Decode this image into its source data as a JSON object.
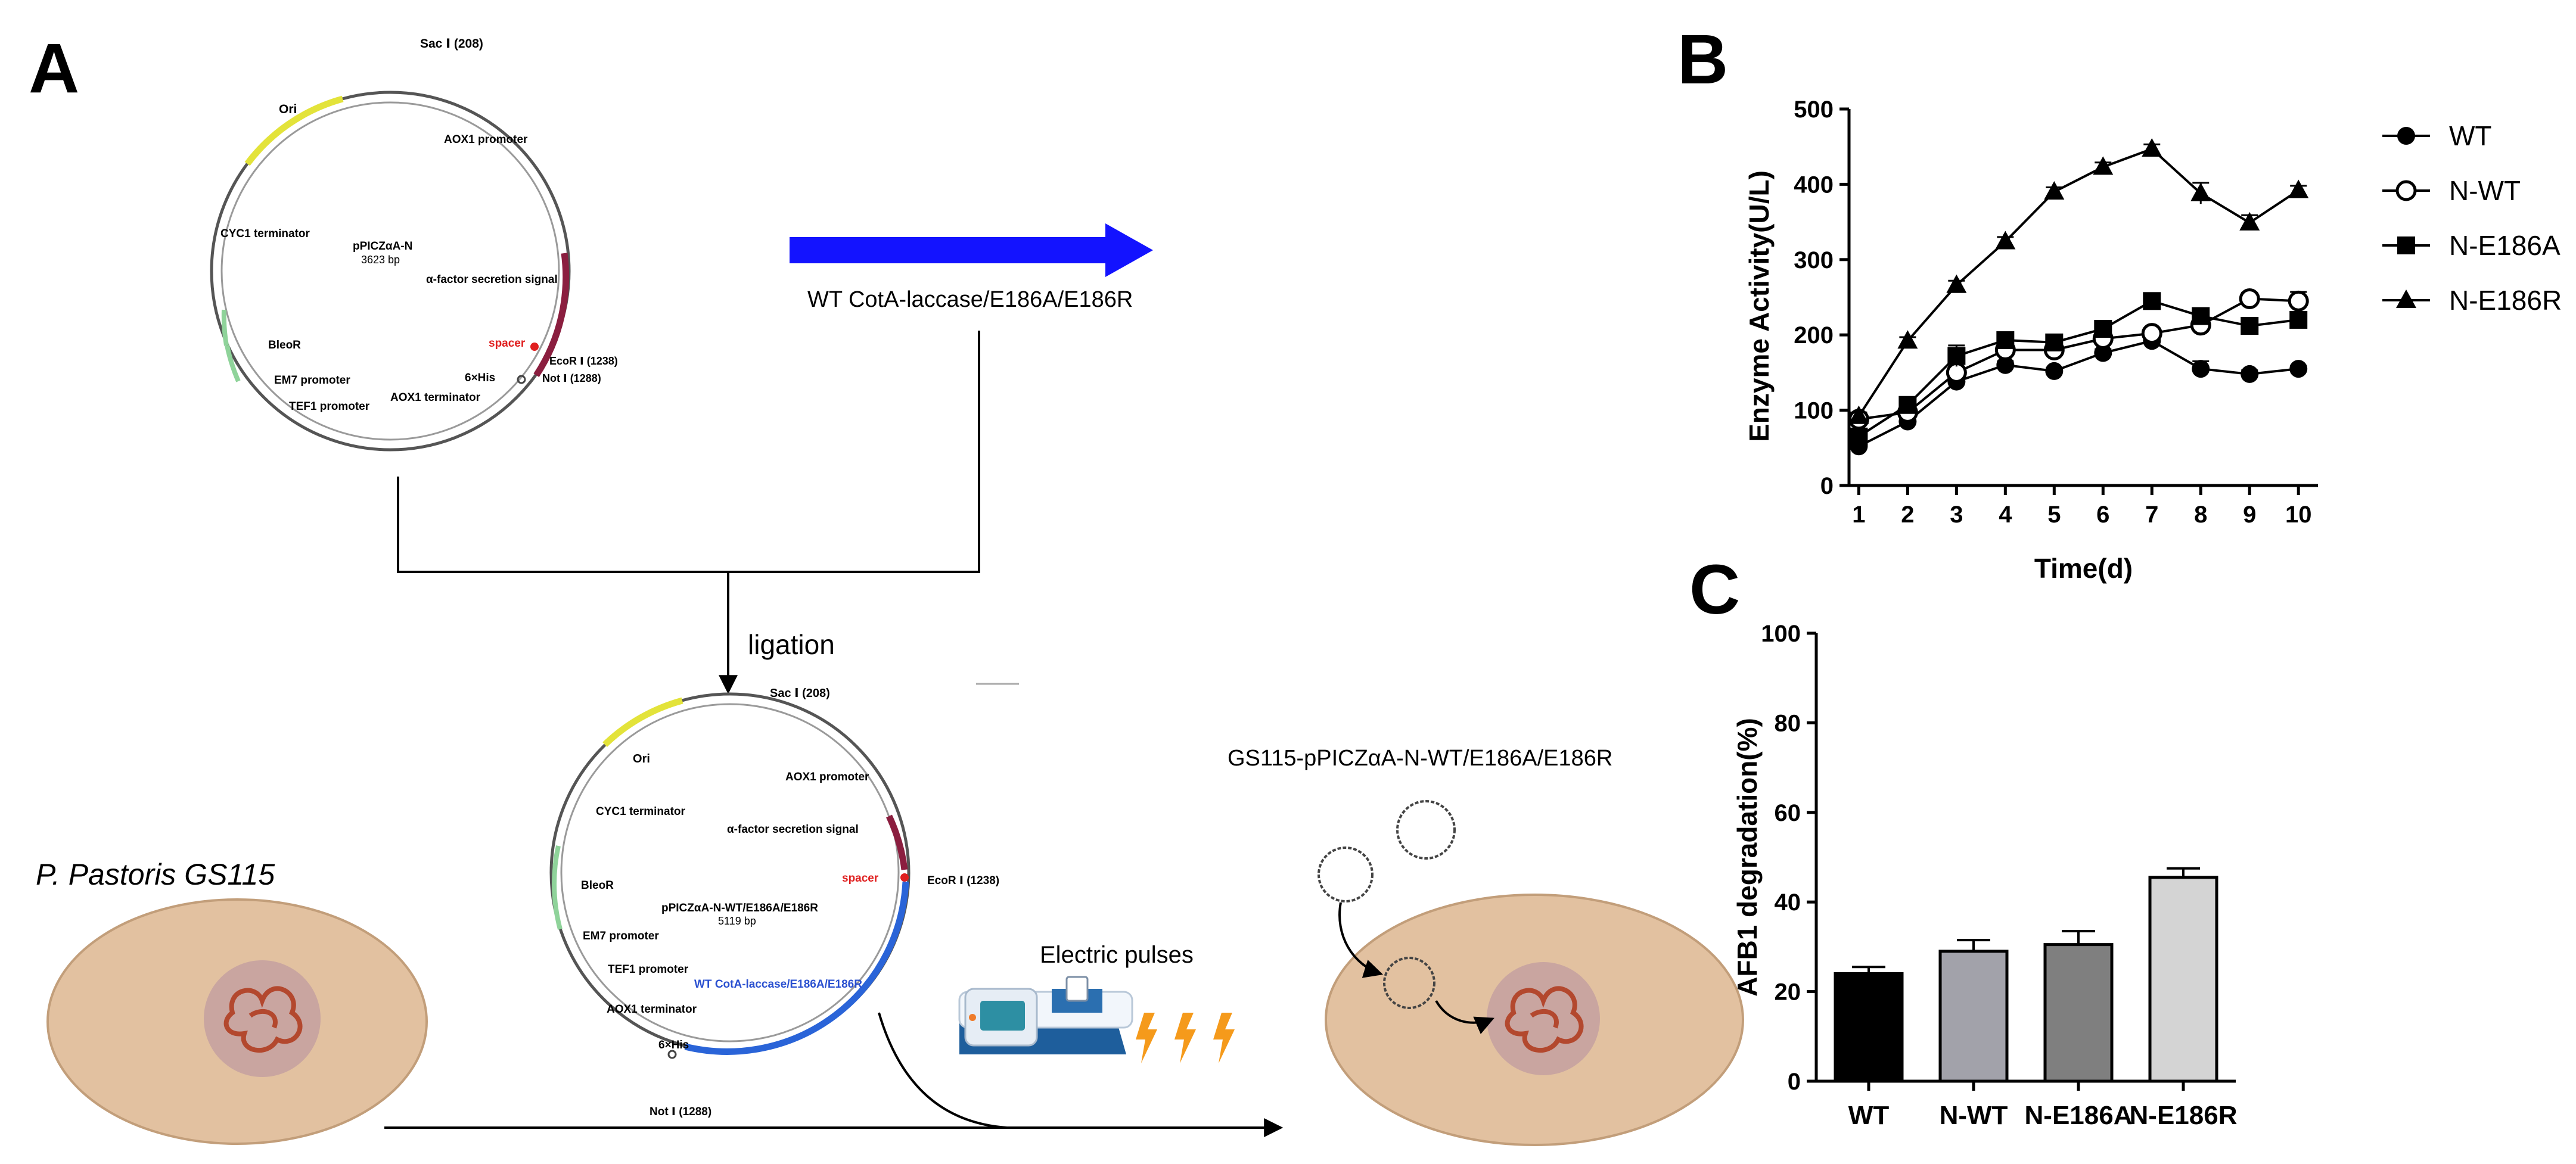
{
  "panel_a": {
    "label": "A",
    "plasmid_top": {
      "name": "pPICZαA-N",
      "size": "3623 bp",
      "features": {
        "sac": "Sac Ⅰ (208)",
        "ori": "Ori",
        "aox1_promoter": "AOX1 promoter",
        "cyc1": "CYC1 terminator",
        "alpha": "α-factor secretion signal",
        "spacer": "spacer",
        "ecor": "EcoR Ⅰ (1238)",
        "not": "Not Ⅰ (1288)",
        "his": "6×His",
        "bleo": "BleoR",
        "em7": "EM7 promoter",
        "aox1_terminator": "AOX1 terminator",
        "tef1": "TEF1 promoter"
      }
    },
    "insert_label": "WT CotA-laccase/E186A/E186R",
    "ligation_label": "ligation",
    "plasmid_bottom": {
      "name": "pPICZαA-N-WT/E186A/E186R",
      "size": "5119 bp",
      "features": {
        "sac": "Sac Ⅰ (208)",
        "ori": "Ori",
        "aox1_promoter": "AOX1 promoter",
        "cyc1": "CYC1 terminator",
        "alpha": "α-factor secretion signal",
        "spacer": "spacer",
        "ecor": "EcoR Ⅰ (1238)",
        "bleo": "BleoR",
        "em7": "EM7 promoter",
        "tef1": "TEF1 promoter",
        "insert": "WT CotA-laccase/E186A/E186R",
        "aox1_terminator": "AOX1 terminator",
        "his": "6×His",
        "not": "Not Ⅰ (1288)"
      }
    },
    "host_label": "P. Pastoris GS115",
    "pulse_label": "Electric pulses",
    "result_label": "GS115-pPICZαA-N-WT/E186A/E186R",
    "colors": {
      "arrow": "#1313ff",
      "ori": "#e3e33a",
      "bleo": "#8fd39a",
      "alpha": "#8b1e3f",
      "spacer": "#e02020",
      "insert": "#2a64d8",
      "cell": "#e2c1a0",
      "nucleus": "#c9a5a0",
      "dna": "#b3482e",
      "bolt": "#f59a1b"
    }
  },
  "panel_b": {
    "label": "B",
    "chart_data": {
      "type": "line",
      "xlabel": "Time(d)",
      "ylabel": "Enzyme Activity(U/L)",
      "x": [
        1,
        2,
        3,
        4,
        5,
        6,
        7,
        8,
        9,
        10
      ],
      "xlim": [
        0.8,
        10.4
      ],
      "ylim": [
        0,
        500
      ],
      "yticks": [
        "0",
        "100",
        "200",
        "300",
        "400",
        "500"
      ],
      "xticks": [
        "1",
        "2",
        "3",
        "4",
        "5",
        "6",
        "7",
        "8",
        "9",
        "10"
      ],
      "legend": "right",
      "series": [
        {
          "name": "WT",
          "marker": "filled-circle",
          "values": [
            52,
            85,
            138,
            160,
            152,
            176,
            192,
            155,
            148,
            155
          ],
          "errors": [
            4,
            4,
            5,
            5,
            4,
            5,
            6,
            10,
            5,
            4
          ]
        },
        {
          "name": "N-WT",
          "marker": "open-circle",
          "values": [
            88,
            97,
            150,
            180,
            180,
            195,
            202,
            213,
            248,
            245
          ],
          "errors": [
            4,
            4,
            8,
            6,
            5,
            6,
            6,
            7,
            8,
            12
          ]
        },
        {
          "name": "N-E186A",
          "marker": "filled-square",
          "values": [
            65,
            107,
            172,
            193,
            190,
            208,
            245,
            225,
            212,
            220
          ],
          "errors": [
            4,
            4,
            14,
            6,
            5,
            6,
            8,
            8,
            6,
            6
          ]
        },
        {
          "name": "N-E186R",
          "marker": "filled-triangle",
          "values": [
            92,
            192,
            266,
            324,
            390,
            423,
            447,
            388,
            349,
            392
          ],
          "errors": [
            5,
            5,
            6,
            6,
            6,
            6,
            6,
            14,
            10,
            6
          ]
        }
      ]
    }
  },
  "panel_c": {
    "label": "C",
    "chart_data": {
      "type": "bar",
      "ylabel": "AFB1 degradation(%)",
      "categories": [
        "WT",
        "N-WT",
        "N-E186A",
        "N-E186R"
      ],
      "values": [
        24,
        29,
        30.5,
        45.5
      ],
      "errors": [
        1.5,
        2.5,
        3,
        2
      ],
      "ylim": [
        0,
        100
      ],
      "yticks": [
        "0",
        "20",
        "40",
        "60",
        "80",
        "100"
      ],
      "colors": [
        "#000000",
        "#a2a2aa",
        "#7f7f7f",
        "#d4d4d4"
      ]
    }
  }
}
